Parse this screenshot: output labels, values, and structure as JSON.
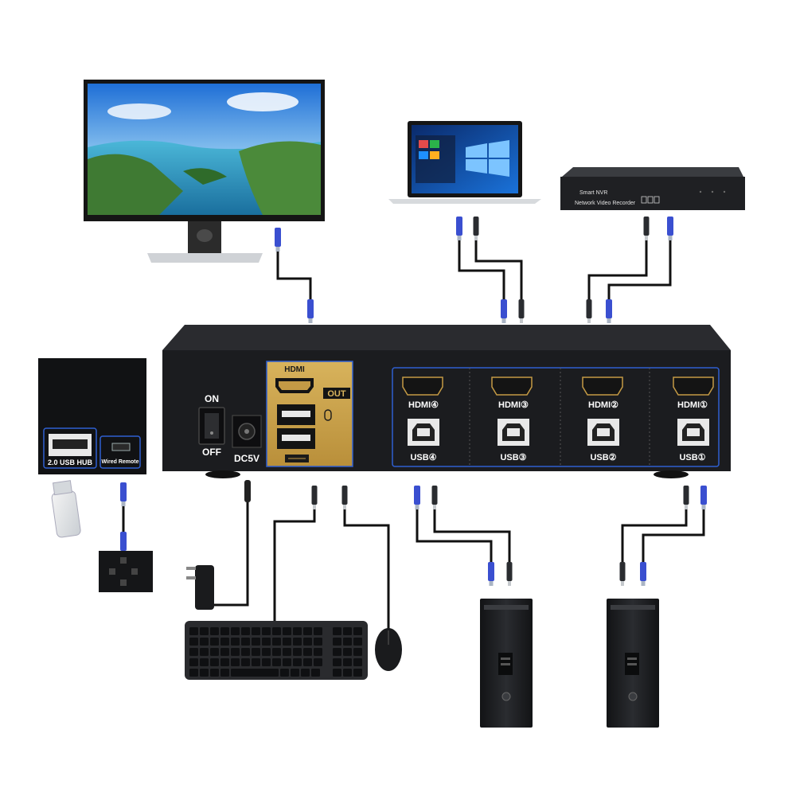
{
  "nvr": {
    "brand": "Smart NVR",
    "subtitle": "Network Video Recorder"
  },
  "kvm": {
    "power_on": "ON",
    "power_off": "OFF",
    "dc_label": "DC5V",
    "hdmi_out_title": "HDMI",
    "out_label": "OUT",
    "hdmi_ports": [
      "HDMI④",
      "HDMI③",
      "HDMI②",
      "HDMI①"
    ],
    "usb_ports": [
      "USB④",
      "USB③",
      "USB②",
      "USB①"
    ]
  },
  "inset": {
    "hub_label": "2.0 USB HUB",
    "remote_label": "Wired Remote"
  },
  "colors": {
    "kvm_body": "#1b1c1f",
    "gold_panel": "#c9a14b",
    "port_outline": "#2f5fd1",
    "cable": "#111111",
    "hdmi_connector": "#3a4fd0"
  }
}
